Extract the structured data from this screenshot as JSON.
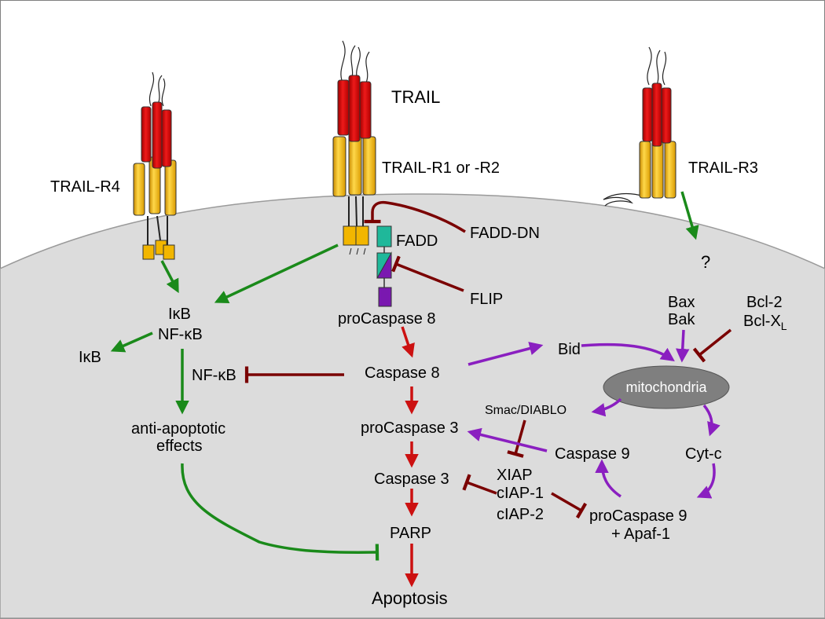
{
  "colors": {
    "activation_green": "#1a8a1a",
    "inhibition_darkred": "#7a0000",
    "caspase_red": "#cc1111",
    "mito_purple": "#8a1fc0",
    "cell_gray": "#dcdcdc",
    "mitochondria_gray": "#7f7f7f",
    "helix_red": "#d20000",
    "cylinder_yellow": "#f2b600",
    "fadd_teal": "#1fb89a",
    "caspase8_purple": "#7a18b0"
  },
  "labels": {
    "trail": "TRAIL",
    "trail_r1_r2": "TRAIL-R1 or -R2",
    "trail_r4": "TRAIL-R4",
    "trail_r3": "TRAIL-R3",
    "fadd": "FADD",
    "fadd_dn": "FADD-DN",
    "flip": "FLIP",
    "question": "?",
    "ikb_main": "IκB",
    "nfkb_main": "NF-κB",
    "ikb_left": "IκB",
    "nfkb_inhibited": "NF-κB",
    "anti_apoptotic_1": "anti-apoptotic",
    "anti_apoptotic_2": "effects",
    "procaspase8": "proCaspase 8",
    "caspase8": "Caspase 8",
    "procaspase3": "proCaspase 3",
    "caspase3": "Caspase 3",
    "parp": "PARP",
    "apoptosis": "Apoptosis",
    "bid": "Bid",
    "bax": "Bax",
    "bak": "Bak",
    "bcl2": "Bcl-2",
    "bclxl_base": "Bcl-X",
    "bclxl_sub": "L",
    "mitochondria": "mitochondria",
    "smac": "Smac/DIABLO",
    "caspase9": "Caspase 9",
    "cytc": "Cyt-c",
    "xiap": "XIAP",
    "ciap1": "cIAP-1",
    "ciap2": "cIAP-2",
    "procaspase9": "proCaspase 9",
    "apaf1": "+ Apaf-1"
  }
}
